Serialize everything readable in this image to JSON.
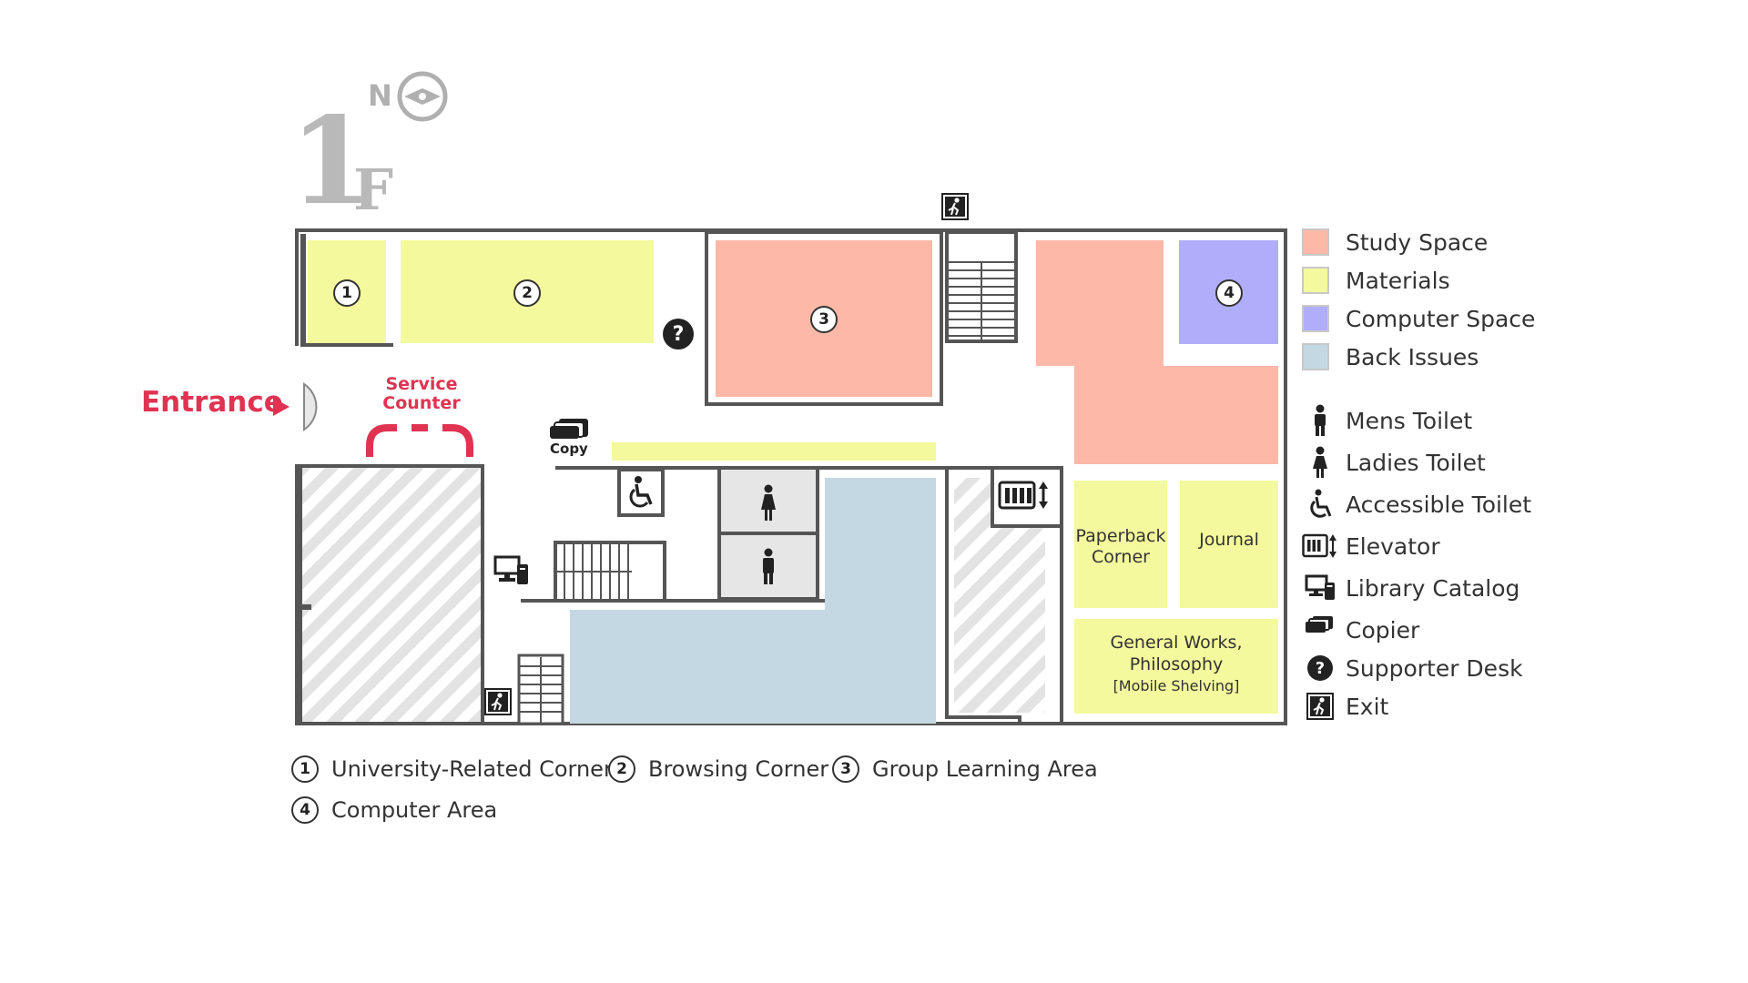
{
  "floor": {
    "number": "1",
    "letter": "F",
    "north_label": "N"
  },
  "entrance_label": "Entrance",
  "service_counter": {
    "line1": "Service",
    "line2": "Counter"
  },
  "rooms": {
    "r1": "1",
    "r2": "2",
    "r3": "3",
    "r4": "4",
    "paperback_line1": "Paperback",
    "paperback_line2": "Corner",
    "journal": "Journal",
    "general_line1": "General Works,",
    "general_line2": "Philosophy",
    "general_line3": "[Mobile Shelving]"
  },
  "copy_label": "Copy",
  "help_symbol": "?",
  "colors": {
    "study": "#fdb8a8",
    "materials": "#f3f99c",
    "computer": "#b0aefb",
    "back_issues": "#c3d8e2",
    "wall": "#555555",
    "accent": "#e03352"
  },
  "legend": {
    "study_space": "Study Space",
    "materials": "Materials",
    "computer_space": "Computer Space",
    "back_issues": "Back Issues",
    "mens_toilet": "Mens Toilet",
    "ladies_toilet": "Ladies Toilet",
    "accessible_toilet": "Accessible Toilet",
    "elevator": "Elevator",
    "library_catalog": "Library Catalog",
    "copier": "Copier",
    "supporter_desk": "Supporter Desk",
    "exit": "Exit"
  },
  "notes": [
    {
      "num": "1",
      "label": "University-Related Corner"
    },
    {
      "num": "2",
      "label": "Browsing Corner"
    },
    {
      "num": "3",
      "label": "Group Learning Area"
    },
    {
      "num": "4",
      "label": "Computer Area"
    }
  ]
}
